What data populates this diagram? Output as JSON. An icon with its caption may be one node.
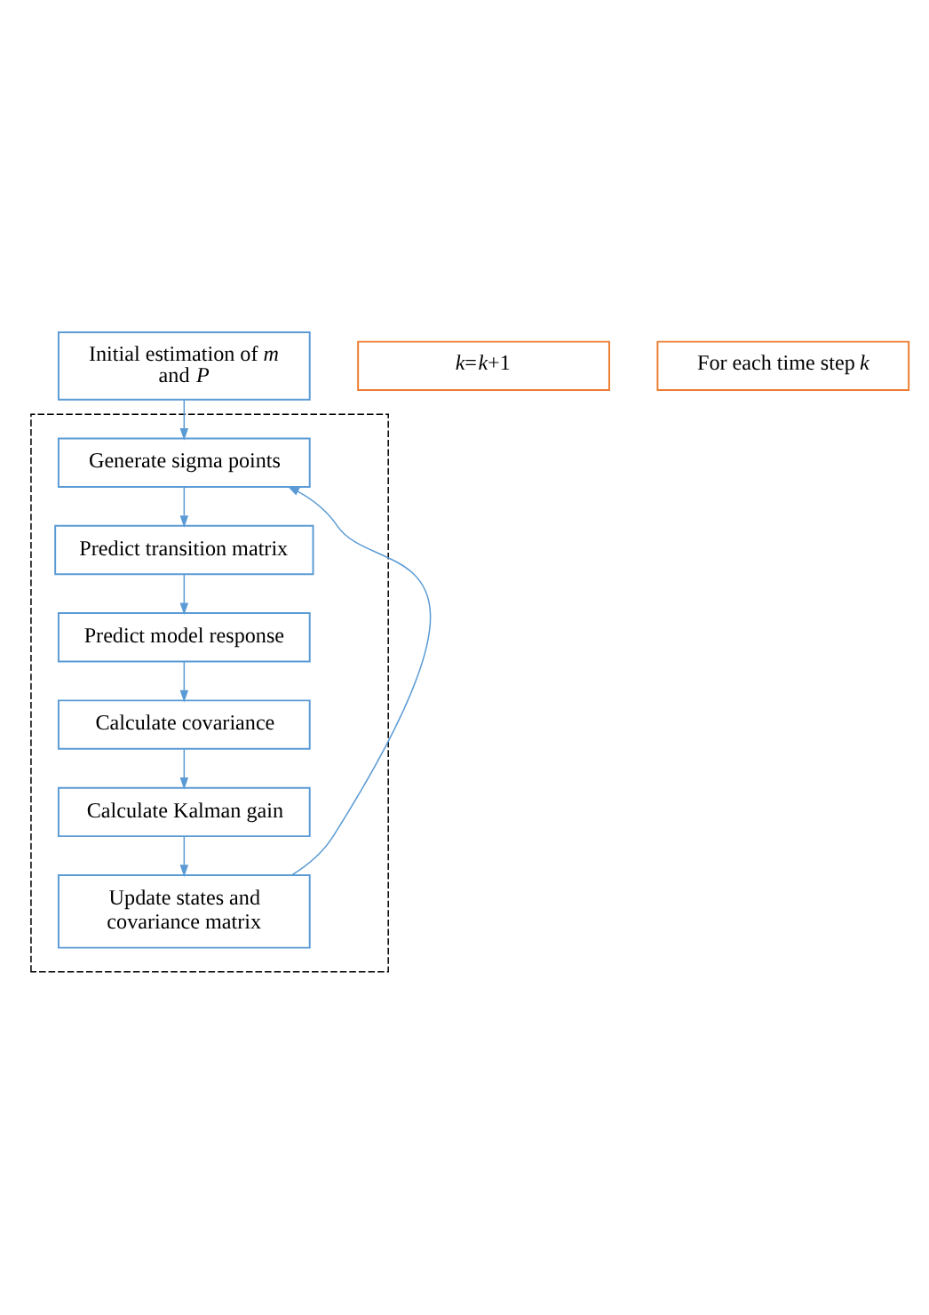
{
  "diagram": {
    "nodes": [
      {
        "text": [
          "Initial estimation of *m* and *P*"
        ]
      },
      {
        "text": [
          "*k*=*k*+1"
        ]
      },
      {
        "text": [
          "For each time step *k*"
        ]
      },
      {
        "text": [],
        "shape": "box"
      },
      {
        "text": [
          "Generate sigma points"
        ],
        "in": 3
      },
      {
        "text": [
          "Predict transition matrix"
        ],
        "in": 3
      },
      {
        "text": [
          "Predict model response"
        ],
        "in": 3
      },
      {
        "text": [
          "Calculate covariance"
        ],
        "in": 3
      },
      {
        "text": [
          "Calculate Kalman gain"
        ],
        "in": 3
      },
      {
        "text": [
          "Update states and covariance matrix"
        ],
        "in": 3
      }
    ],
    "edges": [
      {
        "from": 0,
        "to": 4,
        "arrow": "to"
      },
      {
        "from": 4,
        "to": 5,
        "arrow": "to"
      },
      {
        "from": 5,
        "to": 6,
        "arrow": "to"
      },
      {
        "from": 6,
        "to": 7,
        "arrow": "to"
      },
      {
        "from": 7,
        "to": 8,
        "arrow": "to"
      },
      {
        "from": 8,
        "to": 9,
        "arrow": "to"
      },
      {
        "from": 9,
        "to": 4,
        "arrow": "to"
      }
    ]
  }
}
